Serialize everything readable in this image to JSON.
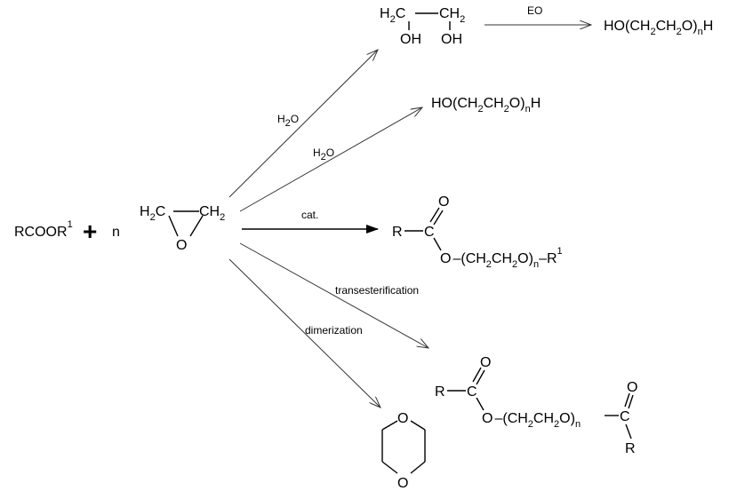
{
  "reactants": {
    "ester": "RCOOR",
    "ester_sup": "1",
    "plus": "+",
    "coeff": "n",
    "eo_left": "H",
    "eo_left_sub": "2",
    "eo_left_c": "C",
    "eo_right": "CH",
    "eo_right_sub": "2",
    "eo_o": "O"
  },
  "glycol": {
    "h2c": "H",
    "h2c_sub": "2",
    "h2c_c": "C",
    "ch2": "CH",
    "ch2_sub": "2",
    "oh1": "OH",
    "oh2": "OH"
  },
  "arrows": {
    "eo": "EO",
    "h2o_1": "H",
    "h2o_1_sub": "2",
    "h2o_1_o": "O",
    "h2o_2": "H",
    "h2o_2_sub": "2",
    "h2o_2_o": "O",
    "cat": "cat.",
    "trans": "transesterification",
    "dimer": "dimerization"
  },
  "peg": {
    "a": "HO(CH",
    "a_sub1": "2",
    "b": "CH",
    "b_sub2": "2",
    "c": "O)",
    "c_subn": "n",
    "d": "H"
  },
  "peg2": {
    "a": "HO(CH",
    "a_sub1": "2",
    "b": "CH",
    "b_sub2": "2",
    "c": "O)",
    "c_subn": "n",
    "d": "H"
  },
  "main_product": {
    "r": "R",
    "c": "C",
    "o_top": "O",
    "chain_a": "O",
    "chain_b": "(CH",
    "chain_sub1": "2",
    "chain_c": "CH",
    "chain_sub2": "2",
    "chain_d": "O)",
    "chain_subn": "n",
    "r1": "R",
    "r1_sup": "1"
  },
  "diester": {
    "r": "R",
    "c": "C",
    "o_top": "O",
    "chain_a": "O",
    "chain_b": "(CH",
    "chain_sub1": "2",
    "chain_c": "CH",
    "chain_sub2": "2",
    "chain_d": "O)",
    "chain_subn": "n",
    "c2": "C",
    "o2_top": "O",
    "r2": "R"
  },
  "dioxane": {
    "o_top": "O",
    "o_bottom": "O"
  }
}
